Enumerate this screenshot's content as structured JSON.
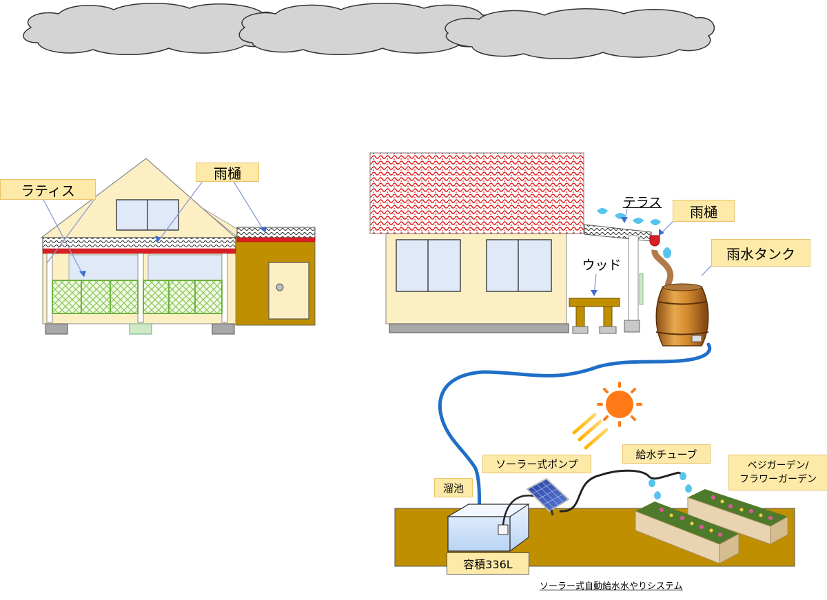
{
  "labels": {
    "lattice": "ラティス",
    "gutter_left": "雨樋",
    "terrace": "テラス",
    "gutter_right": "雨樋",
    "rain_tank": "雨水タンク",
    "wood": "ウッド",
    "solar_pump": "ソーラー式ポンプ",
    "supply_tube": "給水チューブ",
    "garden": "ベジガーデン/\nフラワーガーデン",
    "reservoir": "溜池",
    "capacity": "容積336L"
  },
  "caption": "ソーラー式自動給水水やりシステム",
  "colors": {
    "cloud": "#d4d4d4",
    "wall": "#fdefc4",
    "brown": "#c08f00",
    "roof_red": "#d81f26",
    "hose": "#1f6fc8",
    "sun": "#ff7a17",
    "lattice": "#9bd06a",
    "window": "#dfe9f8"
  }
}
